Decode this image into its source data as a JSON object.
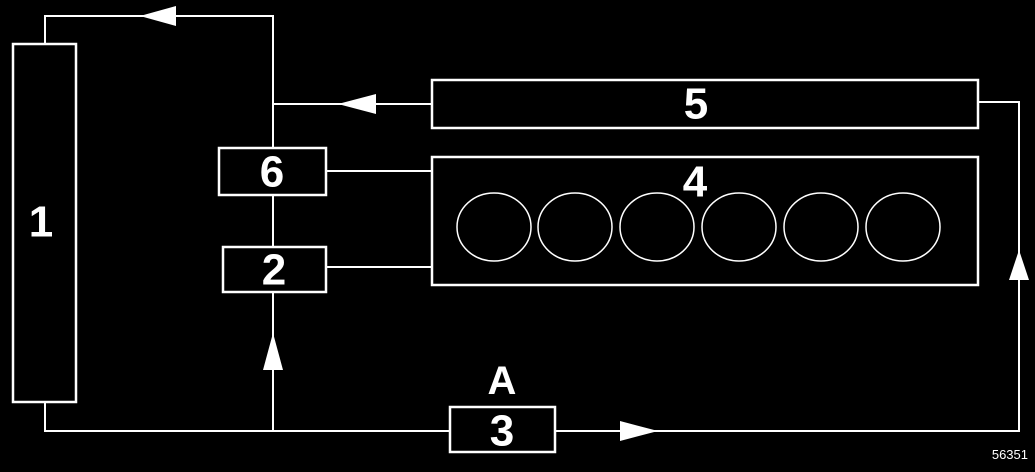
{
  "components": {
    "radiator": "1",
    "thermostat": "2",
    "pump": "3",
    "engine_block": "4",
    "cylinder_head": "5",
    "housing": "6"
  },
  "pump_marker": "A",
  "figure_ref": "56351",
  "colors": {
    "background": "#000000",
    "foreground": "#ffffff"
  }
}
